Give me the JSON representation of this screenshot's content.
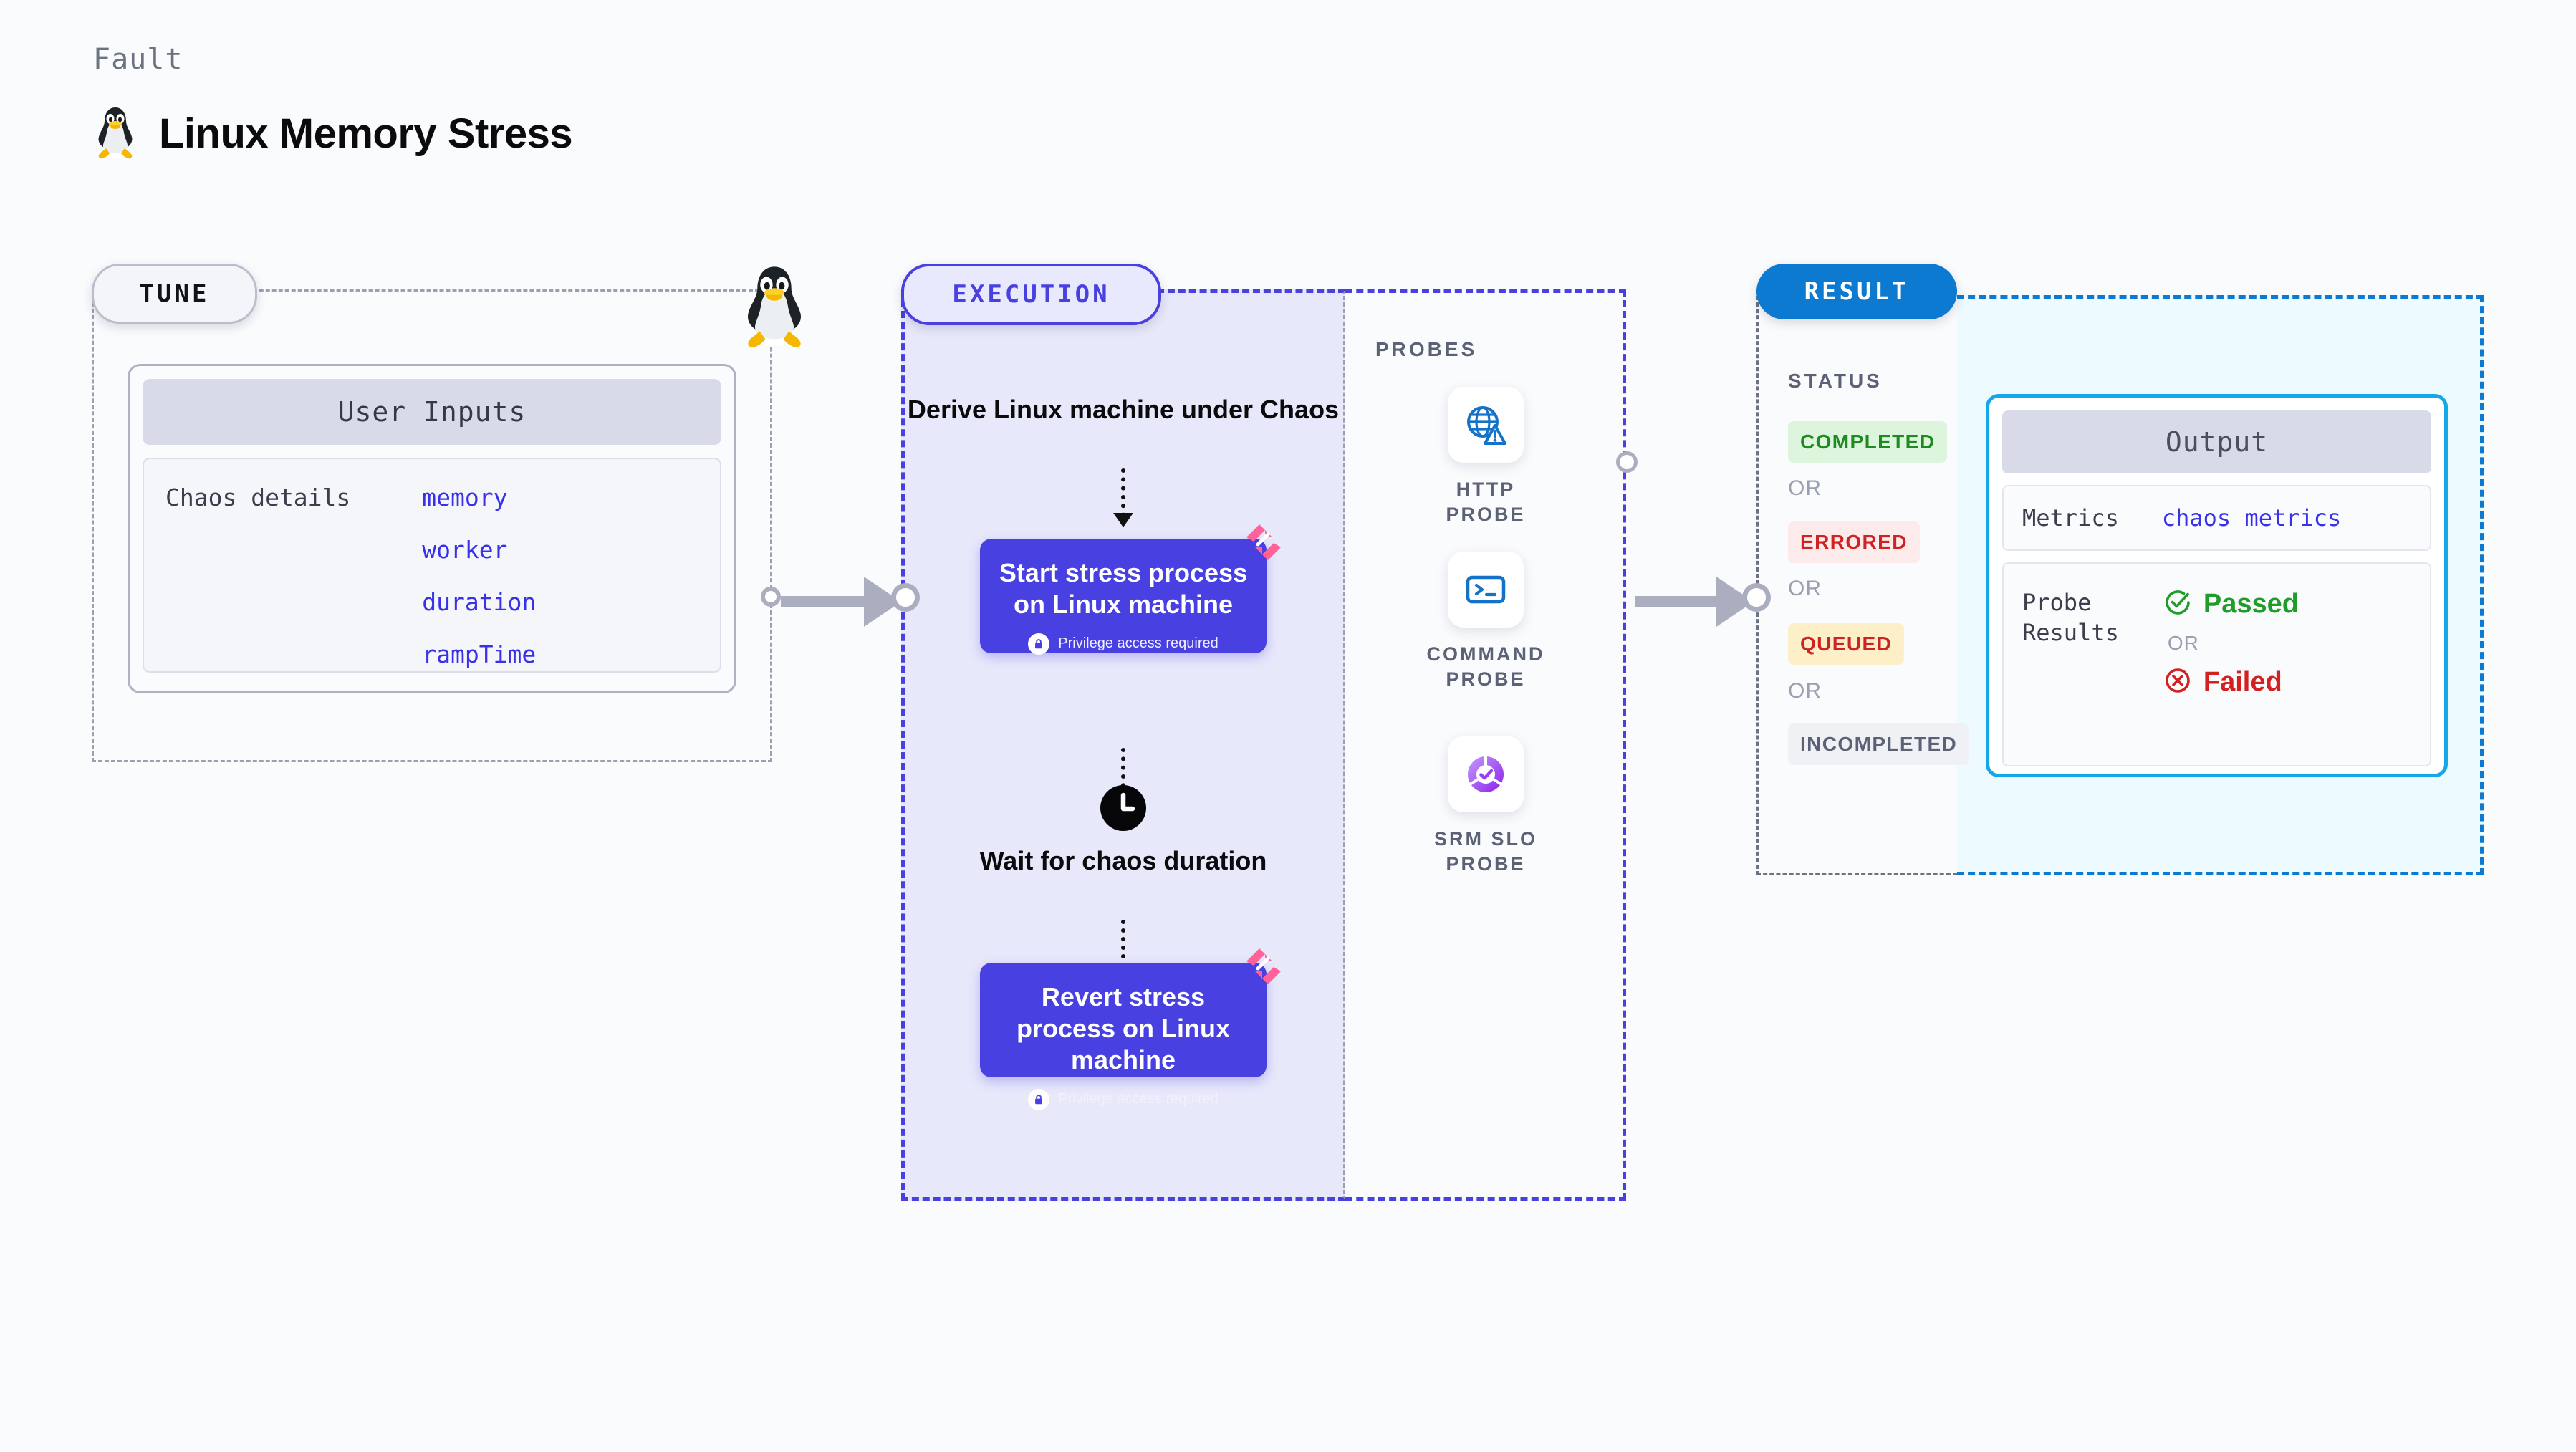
{
  "header": {
    "kicker": "Fault",
    "title": "Linux Memory Stress",
    "icon": "linux-tux-icon"
  },
  "tune": {
    "pill_label": "TUNE",
    "penguin_icon": "linux-tux-icon",
    "card": {
      "header": "User Inputs",
      "details_label": "Chaos details",
      "params": [
        "memory",
        "worker",
        "duration",
        "rampTime"
      ]
    }
  },
  "execution": {
    "pill_label": "EXECUTION",
    "steps": {
      "derive": "Derive Linux machine under Chaos",
      "start": "Start stress process on Linux machine",
      "wait": "Wait for chaos duration",
      "revert": "Revert stress process on Linux machine"
    },
    "privilege_note": "Privilege access required",
    "clock_icon": "clock-icon",
    "lock_icon": "lock-icon",
    "badge_icon": "harness-chaos-mark-icon"
  },
  "probes": {
    "title": "PROBES",
    "items": [
      {
        "label": "HTTP PROBE",
        "icon": "globe-warning-icon"
      },
      {
        "label": "COMMAND PROBE",
        "icon": "terminal-icon"
      },
      {
        "label": "SRM SLO PROBE",
        "icon": "slo-donut-check-icon"
      }
    ]
  },
  "result": {
    "pill_label": "RESULT",
    "status_title": "STATUS",
    "or_label": "OR",
    "statuses": [
      {
        "label": "COMPLETED",
        "bg": "#ddf5dd",
        "fg": "#1f8a21"
      },
      {
        "label": "ERRORED",
        "bg": "#fdeaea",
        "fg": "#cf2222"
      },
      {
        "label": "QUEUED",
        "bg": "#fdf0c9",
        "fg": "#cf2222"
      },
      {
        "label": "INCOMPLETED",
        "bg": "#f0f1f5",
        "fg": "#5c6276"
      }
    ]
  },
  "output": {
    "header": "Output",
    "metrics_label": "Metrics",
    "metrics_value": "chaos metrics",
    "probe_results_label": "Probe\nResults",
    "passed_label": "Passed",
    "failed_label": "Failed",
    "or_label": "OR",
    "passed_icon": "check-circle-icon",
    "failed_icon": "x-circle-icon"
  },
  "colors": {
    "accent_purple": "#4840e0",
    "accent_blue": "#0d7ad1",
    "accent_cyan": "#15a8e8",
    "pink_mark": "#ff6198",
    "param_blue": "#3831e8"
  }
}
